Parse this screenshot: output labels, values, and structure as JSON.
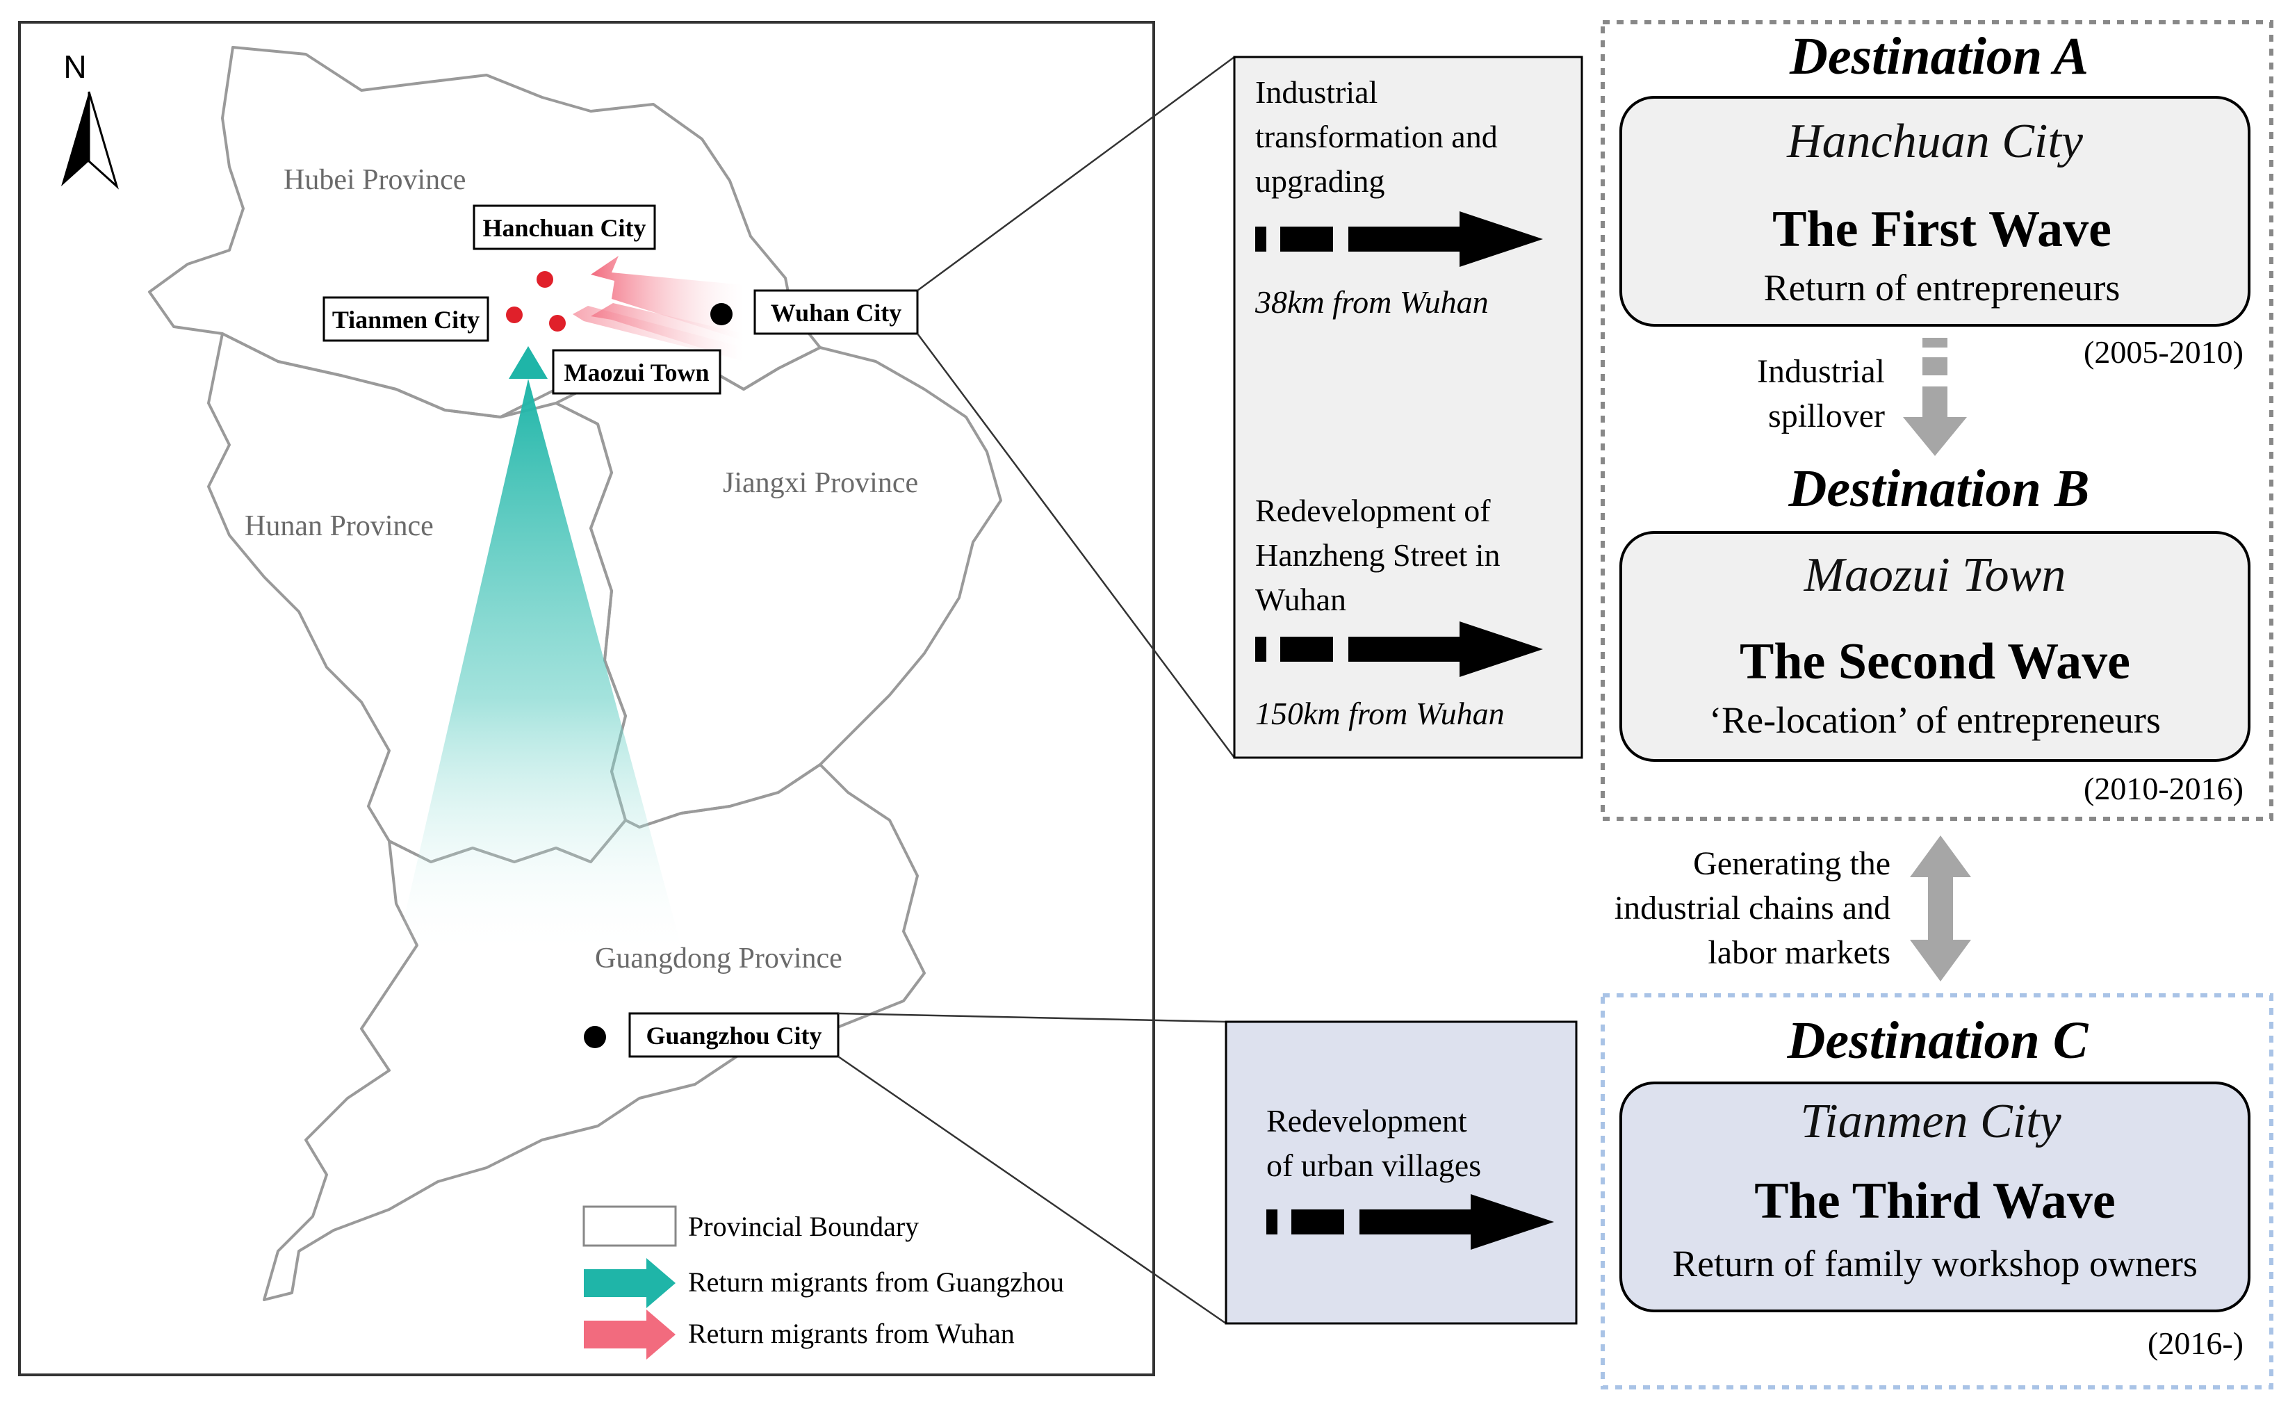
{
  "north": "N",
  "provinces": {
    "hubei": "Hubei Province",
    "hunan": "Hunan Province",
    "jiangxi": "Jiangxi Province",
    "guangdong": "Guangdong Province"
  },
  "cities": {
    "hanchuan": "Hanchuan City",
    "tianmen": "Tianmen City",
    "maozui": "Maozui Town",
    "wuhan": "Wuhan City",
    "guangzhou": "Guangzhou City"
  },
  "legend": {
    "boundary": "Provincial Boundary",
    "guangzhou": "Return migrants from Guangzhou",
    "wuhan": "Return migrants  from Wuhan"
  },
  "callout_top": {
    "line1": "Industrial",
    "line2": "transformation and",
    "line3": "upgrading",
    "dist1": "38km from Wuhan",
    "line4": "Redevelopment of",
    "line5": "Hanzheng Street in",
    "line6": "Wuhan",
    "dist2": "150km from Wuhan"
  },
  "callout_bottom": {
    "line1": "Redevelopment",
    "line2": "of urban villages"
  },
  "destinations": {
    "a": {
      "title": "Destination A",
      "city": "Hanchuan City",
      "wave": "The First Wave",
      "desc": "Return of entrepreneurs",
      "period": "(2005-2010)"
    },
    "b": {
      "title": "Destination B",
      "city": "Maozui Town",
      "wave": "The Second Wave",
      "desc": "‘Re-location’ of entrepreneurs",
      "period": "(2010-2016)"
    },
    "c": {
      "title": "Destination C",
      "city": "Tianmen City",
      "wave": "The Third Wave",
      "desc": "Return of family workshop owners",
      "period": "(2016-)"
    }
  },
  "spillover": {
    "line1": "Industrial",
    "line2": "spillover"
  },
  "generating": {
    "line1": "Generating the",
    "line2": "industrial chains and",
    "line3": "labor markets"
  },
  "colors": {
    "teal": "#1fb5a8",
    "pink": "#f26b7e",
    "city_dot": "#e0202a",
    "panel_grey": "#f0f0f0",
    "panel_blue": "#dde1ee",
    "border_blue": "#a9c3e6"
  }
}
